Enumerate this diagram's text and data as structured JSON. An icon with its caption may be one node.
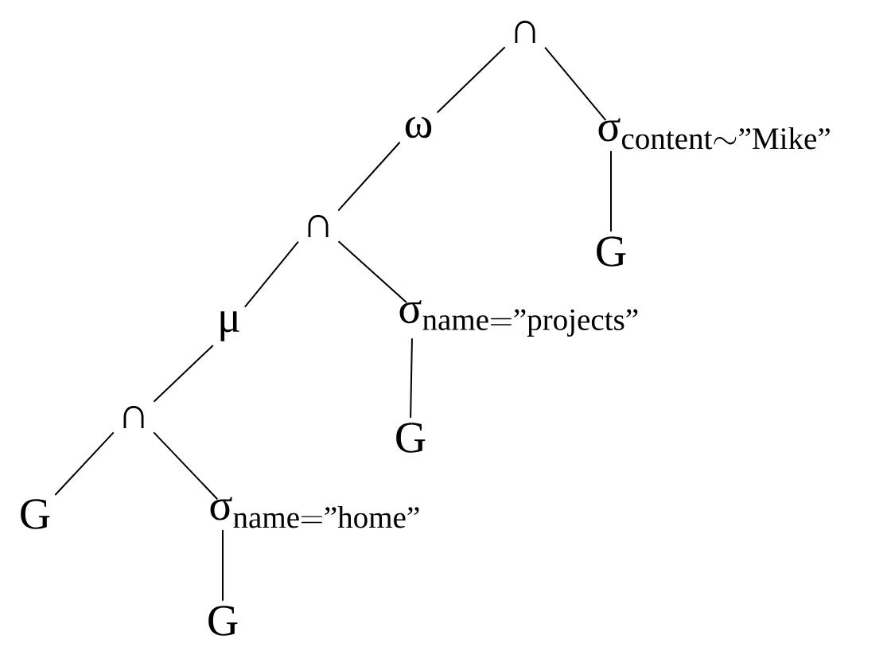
{
  "diagram": {
    "nodes": [
      {
        "text": [
          "∩"
        ]
      },
      {
        "text": [
          "ω"
        ]
      },
      {
        "text": [
          "\\text{σ}_{\\text{content} \\sim \\text{\"Mike\"}}"
        ]
      },
      {
        "text": [
          "G"
        ]
      },
      {
        "text": [
          "∩"
        ]
      },
      {
        "text": [
          "μ"
        ]
      },
      {
        "text": [
          "\\text{σ}_{\\text{name} = \\text{\"projects\"}}"
        ]
      },
      {
        "text": [
          "G"
        ]
      },
      {
        "text": [
          "∩"
        ]
      },
      {
        "text": [
          "G"
        ]
      },
      {
        "text": [
          "\\text{σ}_{\\text{name} = \\text{\"home\"}}"
        ]
      },
      {
        "text": [
          "G"
        ]
      }
    ],
    "edges": [
      {
        "from": 0,
        "to": 1,
        "arrow": "none"
      },
      {
        "from": 1,
        "to": 4,
        "arrow": "none"
      },
      {
        "from": 0,
        "to": 2,
        "arrow": "none"
      },
      {
        "from": 2,
        "to": 3,
        "arrow": "none"
      },
      {
        "from": 4,
        "to": 5,
        "arrow": "none"
      },
      {
        "from": 5,
        "to": 8,
        "arrow": "none"
      },
      {
        "from": 4,
        "to": 6,
        "arrow": "none"
      },
      {
        "from": 6,
        "to": 7,
        "arrow": "none"
      },
      {
        "from": 8,
        "to": 9,
        "arrow": "none"
      },
      {
        "from": 8,
        "to": 10,
        "arrow": "none"
      },
      {
        "from": 10,
        "to": 11,
        "arrow": "none"
      }
    ]
  }
}
